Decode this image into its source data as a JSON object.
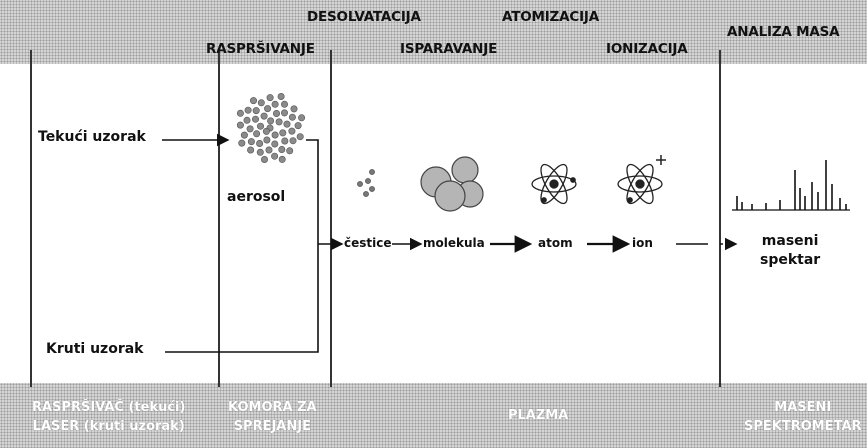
{
  "header": {
    "desolvatacija": "DESOLVATACIJA",
    "atomizacija": "ATOMIZACIJA",
    "analiza_masa": "ANALIZA MASA",
    "rasprsivanje": "RASPRŠIVANJE",
    "isparavanje": "ISPARAVANJE",
    "ionizacija": "IONIZACIJA"
  },
  "samples": {
    "liquid": "Tekući uzorak",
    "solid": "Kruti uzorak"
  },
  "labels": {
    "aerosol": "aerosol",
    "cestice": "čestice",
    "molekula": "molekula",
    "atom": "atom",
    "ion": "ion",
    "maseni_spektar_line1": "maseni",
    "maseni_spektar_line2": "spektar"
  },
  "footer": {
    "col1_line1": "RASPRŠIVAČ (tekući)",
    "col1_line2": "LASER (kruti uzorak)",
    "col2_line1": "KOMORA ZA",
    "col2_line2": "SPREJANJE",
    "col3": "PLAZMA",
    "col4_line1": "MASENI",
    "col4_line2": "SPEKTROMETAR"
  },
  "colors": {
    "band": "#d4d4d4",
    "ink": "#111111",
    "aerosol_dot": "#8a8a8a",
    "molecule": "#b5b5b5"
  },
  "icons": [
    "aerosol-cloud-icon",
    "particles-icon",
    "molecule-icon",
    "atom-icon",
    "ion-icon",
    "mass-spectrum-icon"
  ]
}
